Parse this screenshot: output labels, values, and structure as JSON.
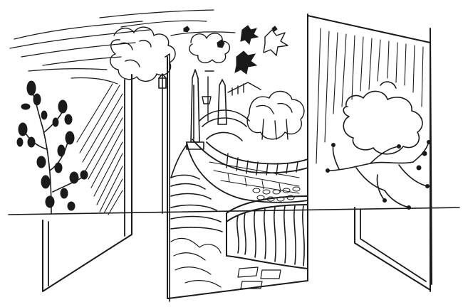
{
  "image": {
    "style": "black ink woodcut / pen illustration on white paper",
    "ink_color": "#1a1a1a",
    "paper_color": "#ffffff"
  },
  "panels": [
    {
      "id": "left-leaf",
      "subject": "leafy-branch-and-clouds",
      "tone": "rain-hatching"
    },
    {
      "id": "center-left",
      "subject": "steps-and-balustrade"
    },
    {
      "id": "center-right",
      "subject": "river-embankment-with-lampposts"
    },
    {
      "id": "right-leaf",
      "subject": "bare-tree-and-rain",
      "tone": "rain-hatching"
    }
  ],
  "falling_leaves": 6
}
